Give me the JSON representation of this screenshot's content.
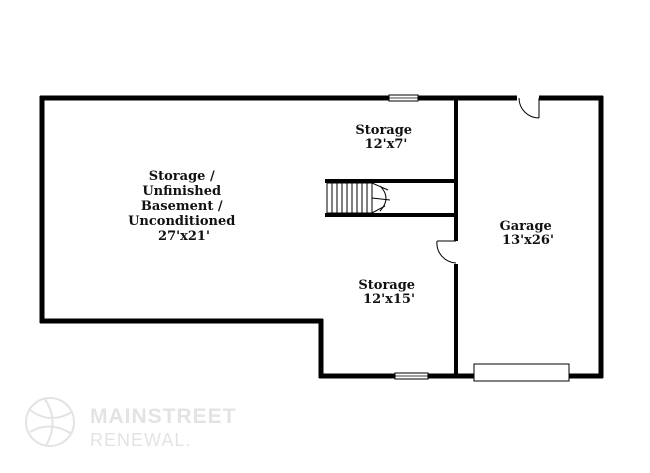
{
  "rooms": [
    {
      "id": "basement",
      "lines": [
        "Storage /",
        "Unfinished",
        "Basement /",
        "Unconditioned",
        "27'x21'"
      ]
    },
    {
      "id": "storage-top",
      "lines": [
        "Storage",
        "12'x7'"
      ]
    },
    {
      "id": "storage-bottom",
      "lines": [
        "Storage",
        "12'x15'"
      ]
    },
    {
      "id": "garage",
      "lines": [
        "Garage",
        "13'x26'"
      ]
    }
  ],
  "logo": {
    "line1": "MAINSTREET",
    "line2": "RENEWAL."
  },
  "colors": {
    "wall": "#000000",
    "background": "#ffffff",
    "watermark": "#e3e3e3"
  }
}
